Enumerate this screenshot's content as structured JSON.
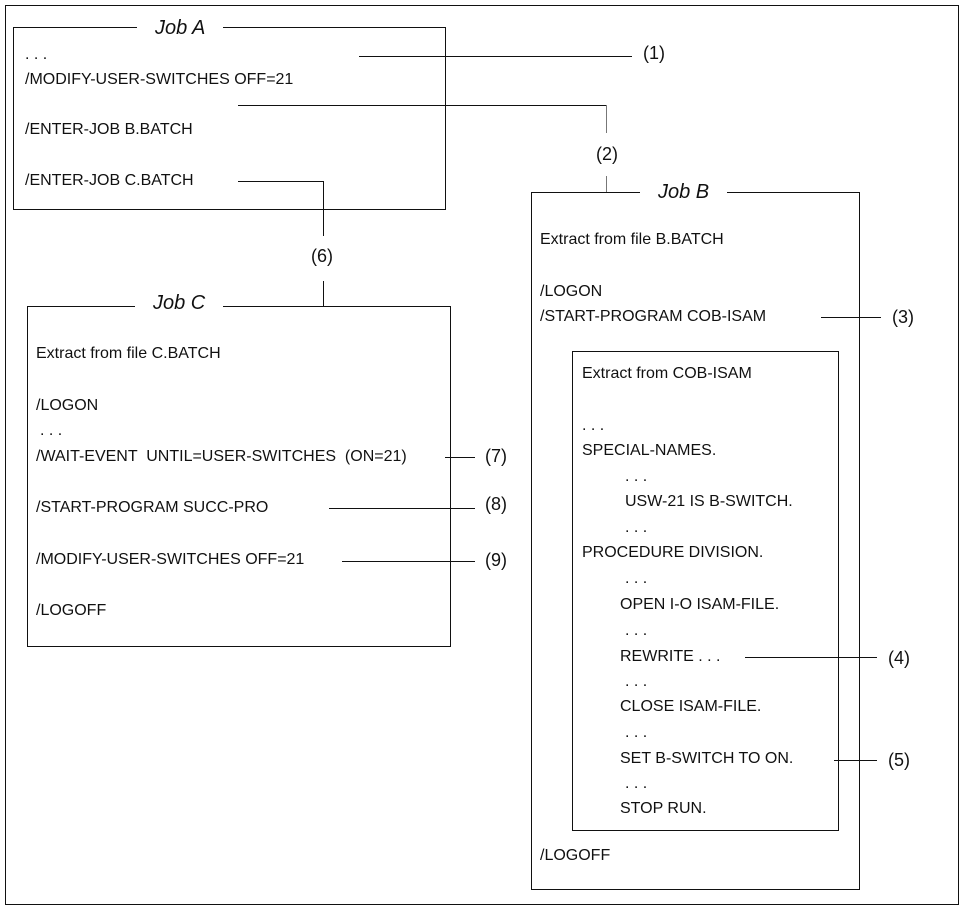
{
  "diagram": {
    "job_a": {
      "title": "Job A",
      "lines": [
        ". . .",
        "/MODIFY-USER-SWITCHES OFF=21",
        "/ENTER-JOB B.BATCH",
        "/ENTER-JOB C.BATCH"
      ]
    },
    "job_b": {
      "title": "Job B",
      "extract_label": "Extract from file B.BATCH",
      "logon": "/LOGON",
      "start_program": "/START-PROGRAM COB-ISAM",
      "logoff": "/LOGOFF",
      "cob_isam": {
        "extract_label": "Extract from COB-ISAM",
        "lines": [
          ". . .",
          "SPECIAL-NAMES.",
          ". . .",
          "USW-21 IS B-SWITCH.",
          ". . .",
          "PROCEDURE DIVISION.",
          ". . .",
          "OPEN I-O ISAM-FILE.",
          ". . .",
          "REWRITE . . .",
          ". . .",
          "CLOSE ISAM-FILE.",
          ". . .",
          "SET B-SWITCH TO ON.",
          ". . .",
          "STOP RUN."
        ]
      }
    },
    "job_c": {
      "title": "Job C",
      "extract_label": "Extract from file C.BATCH",
      "lines": [
        "/LOGON",
        ". . .",
        "/WAIT-EVENT  UNTIL=USER-SWITCHES  (ON=21)",
        "/START-PROGRAM SUCC-PRO",
        "/MODIFY-USER-SWITCHES OFF=21",
        "/LOGOFF"
      ]
    },
    "callouts": [
      "(1)",
      "(2)",
      "(3)",
      "(4)",
      "(5)",
      "(6)",
      "(7)",
      "(8)",
      "(9)"
    ]
  }
}
